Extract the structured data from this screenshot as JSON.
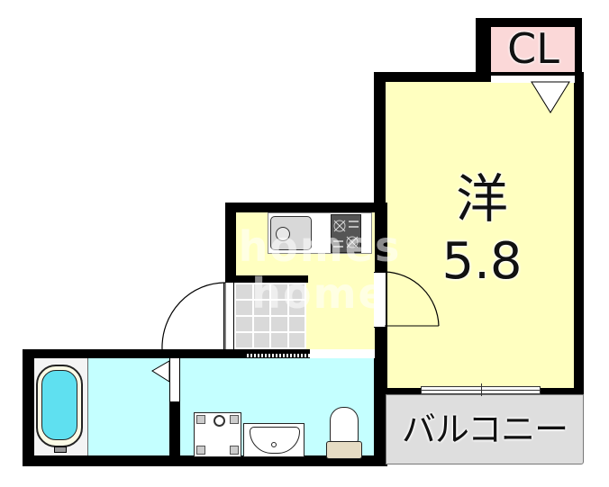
{
  "floor_plan": {
    "rooms": {
      "closet": {
        "label": "CL",
        "fill": "#fbd8d8"
      },
      "western_room": {
        "type_label": "洋",
        "size_label": "5.8",
        "fill": "#ffffc0"
      },
      "kitchen": {
        "fill": "#ffffc0"
      },
      "bathroom": {
        "fill": "#c4ffff"
      },
      "washroom_toilet": {
        "fill": "#c4ffff"
      },
      "balcony": {
        "label": "バルコニー",
        "fill": "#dedede"
      }
    },
    "fixtures": [
      "sink",
      "gas-stove",
      "bathtub",
      "washing-machine-pan",
      "wash-basin",
      "toilet",
      "entrance-tile-floor"
    ],
    "watermark": "homes home",
    "colors": {
      "wall": "#000000",
      "room_yellow": "#ffffc0",
      "water_cyan": "#c4ffff",
      "closet_pink": "#fbd8d8",
      "balcony_gray": "#dedede"
    }
  }
}
